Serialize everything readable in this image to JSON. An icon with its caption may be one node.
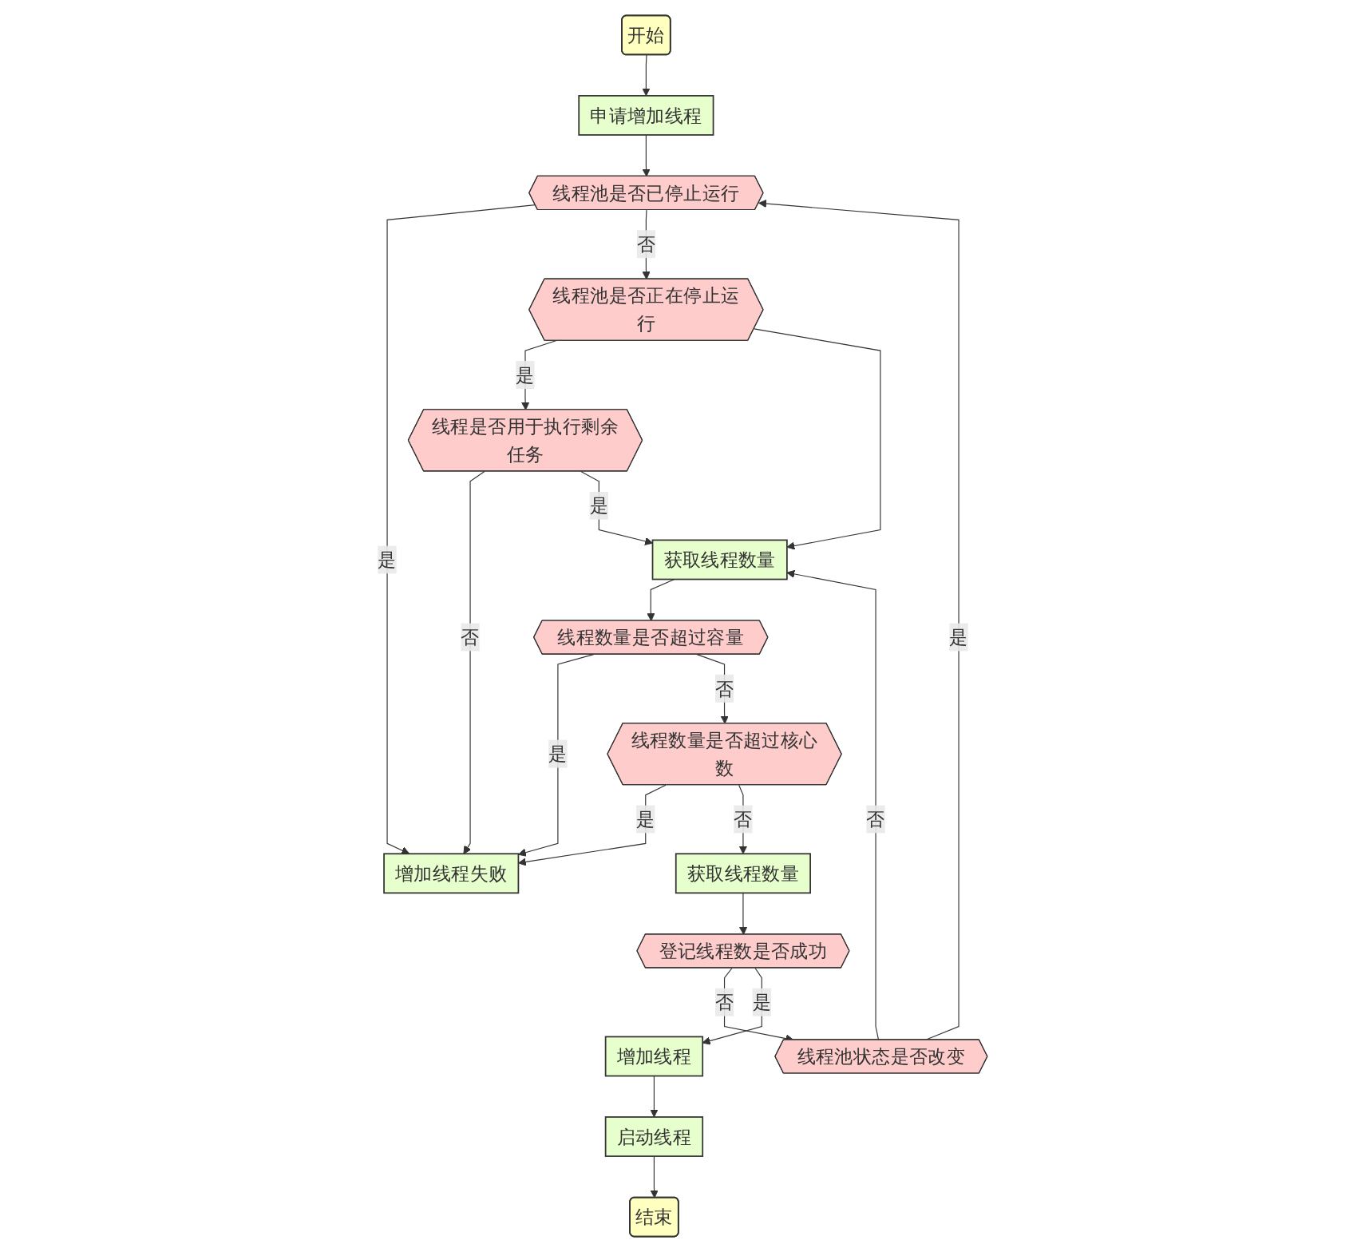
{
  "diagram": {
    "nodes": [
      {
        "text": [
          "开始"
        ]
      },
      {
        "text": [
          "申请增加线程"
        ]
      },
      {
        "text": [
          "线程池是否已停止运行"
        ]
      },
      {
        "text": [
          "线程池是否正在停止运行"
        ]
      },
      {
        "text": [
          "线程是否用于执行剩余任务"
        ]
      },
      {
        "text": [
          "增加线程失败"
        ]
      },
      {
        "text": [
          "获取线程数量"
        ]
      },
      {
        "text": [
          "线程数量是否超过容量"
        ]
      },
      {
        "text": [
          "线程数量是否超过核心数"
        ]
      },
      {
        "text": [
          "获取线程数量"
        ]
      },
      {
        "text": [
          "登记线程数是否成功"
        ]
      },
      {
        "text": [
          "线程池状态是否改变"
        ]
      },
      {
        "text": [
          "增加线程"
        ]
      },
      {
        "text": [
          "启动线程"
        ]
      },
      {
        "text": [
          "结束"
        ]
      }
    ],
    "edges": [
      {
        "from": 0,
        "to": 1,
        "arrow": "to"
      },
      {
        "from": 1,
        "to": 2,
        "arrow": "to"
      },
      {
        "from": 2,
        "to": 5,
        "label": "是",
        "arrow": "to"
      },
      {
        "from": 2,
        "to": 3,
        "label": "否",
        "arrow": "to"
      },
      {
        "from": 3,
        "to": 4,
        "label": "是",
        "arrow": "to"
      },
      {
        "from": 4,
        "to": 5,
        "label": "否",
        "arrow": "to"
      },
      {
        "from": 3,
        "to": 6,
        "arrow": "to"
      },
      {
        "from": 4,
        "to": 6,
        "label": "是",
        "arrow": "to"
      },
      {
        "from": 6,
        "to": 7,
        "arrow": "to"
      },
      {
        "from": 7,
        "to": 5,
        "label": "是",
        "arrow": "to"
      },
      {
        "from": 7,
        "to": 8,
        "label": "否",
        "arrow": "to"
      },
      {
        "from": 8,
        "to": 5,
        "label": "是",
        "arrow": "to"
      },
      {
        "from": 8,
        "to": 9,
        "label": "否",
        "arrow": "to"
      },
      {
        "from": 9,
        "to": 10,
        "arrow": "to"
      },
      {
        "from": 10,
        "to": 11,
        "label": "否",
        "arrow": "to"
      },
      {
        "from": 10,
        "to": 12,
        "label": "是",
        "arrow": "to"
      },
      {
        "from": 11,
        "to": 2,
        "label": "是",
        "arrow": "to"
      },
      {
        "from": 11,
        "to": 6,
        "label": "否",
        "arrow": "to"
      },
      {
        "from": 12,
        "to": 13,
        "arrow": "to"
      },
      {
        "from": 13,
        "to": 14,
        "arrow": "to"
      }
    ]
  }
}
